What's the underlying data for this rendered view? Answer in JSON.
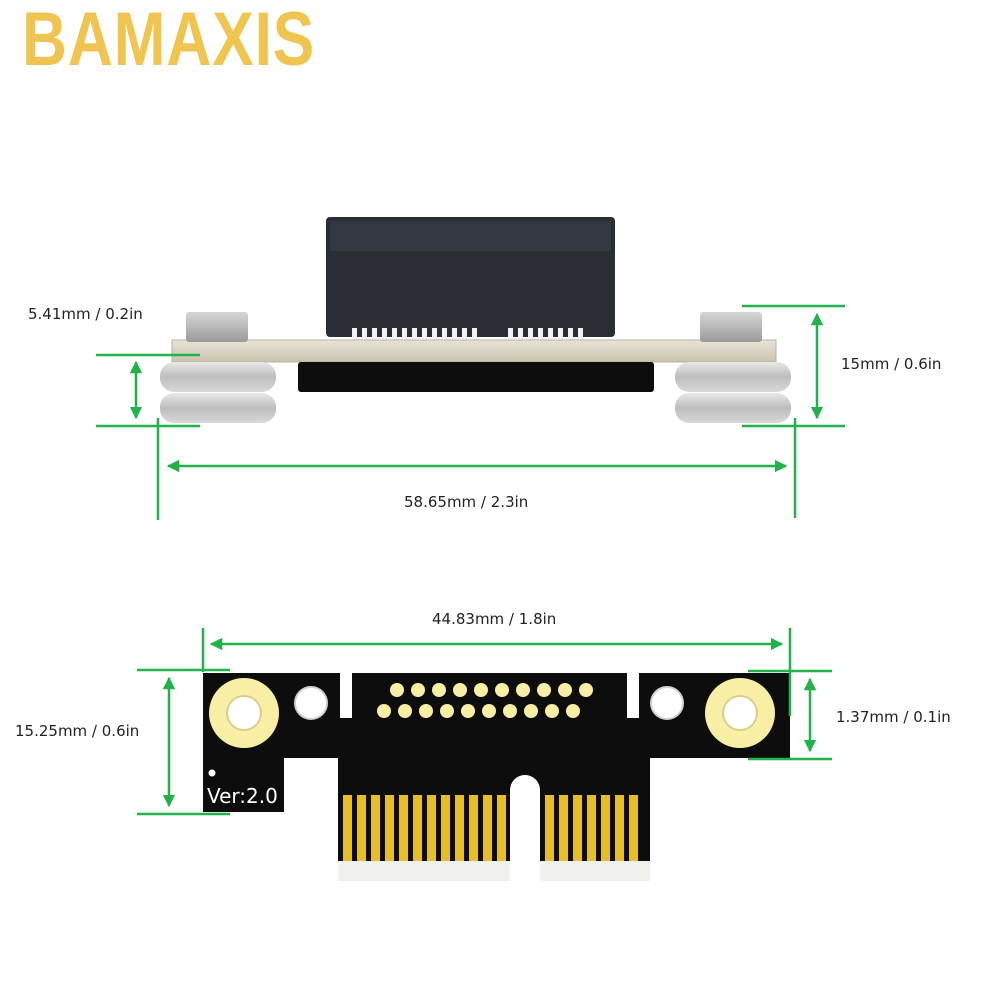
{
  "brand": {
    "name": "BAMAXIS",
    "color": "#f0c451"
  },
  "colors": {
    "dimension_line": "#22b24c",
    "pcb": "#0d0d0d",
    "gold_finger": "#e6be2a",
    "pad_ring": "#f8efa5",
    "connector": "#2a2d33"
  },
  "side_view": {
    "dimensions": {
      "standoff_height": "5.41mm / 0.2in",
      "total_height": "15mm / 0.6in",
      "total_width": "58.65mm / 2.3in"
    }
  },
  "top_view": {
    "dimensions": {
      "hole_spacing": "44.83mm / 1.8in",
      "board_height": "15.25mm / 0.6in",
      "pad_offset": "1.37mm / 0.1in"
    },
    "version_label": "Ver:2.0"
  }
}
